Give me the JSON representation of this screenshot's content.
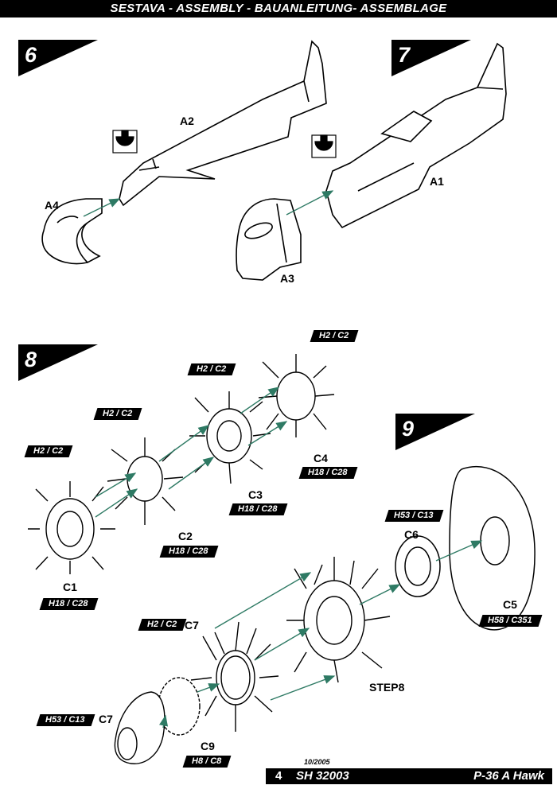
{
  "header": {
    "title": "SESTAVA -  ASSEMBLY - BAUANLEITUNG- ASSEMBLAGE"
  },
  "steps": {
    "s6": "6",
    "s7": "7",
    "s8": "8",
    "s9": "9"
  },
  "parts": {
    "a1": "A1",
    "a2": "A2",
    "a3": "A3",
    "a4": "A4",
    "c1": "C1",
    "c2": "C2",
    "c3": "C3",
    "c4": "C4",
    "c5": "C5",
    "c6": "C6",
    "c7a": "C7",
    "c7b": "C7",
    "c9": "C9",
    "step8": "STEP8"
  },
  "tags": {
    "t1": "H2 / C2",
    "t2": "H2 / C2",
    "t3": "H2 / C2",
    "t4": "H2 / C2",
    "t5": "H2 / C2",
    "c1": "H18 / C28",
    "c2": "H18 / C28",
    "c3": "H18 / C28",
    "c4": "H18 / C28",
    "c6": "H53 / C13",
    "c5": "H58 / C351",
    "c7": "H53 / C13",
    "c9": "H8 / C8"
  },
  "footer": {
    "date": "10/2005",
    "page": "4",
    "code": "SH 32003",
    "model": "P-36 A Hawk"
  },
  "colors": {
    "arrow": "#2e7a64",
    "ink": "#000000"
  }
}
